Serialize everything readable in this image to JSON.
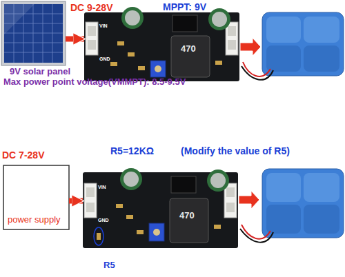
{
  "diagram": {
    "nodes": [
      {
        "text": [
          "DC 9-28V",
          "9V solar panel"
        ]
      },
      {
        "text": [
          "VIN",
          "GND",
          "470"
        ]
      },
      {
        "text": [
          "DC 7-28V",
          "power supply"
        ]
      },
      {
        "text": [
          "VIN",
          "GND",
          "470"
        ]
      }
    ],
    "edges": [
      {
        "from": 0,
        "to": 1,
        "arrow": "to"
      },
      {
        "from": 2,
        "to": 3,
        "arrow": "to"
      }
    ],
    "labels": [
      "MPPT: 9V",
      "Max power point voltage(VMMPT): 8.5-9.5V",
      "R5=12KΩ",
      "(Modify the value of R5)",
      "R5"
    ]
  }
}
